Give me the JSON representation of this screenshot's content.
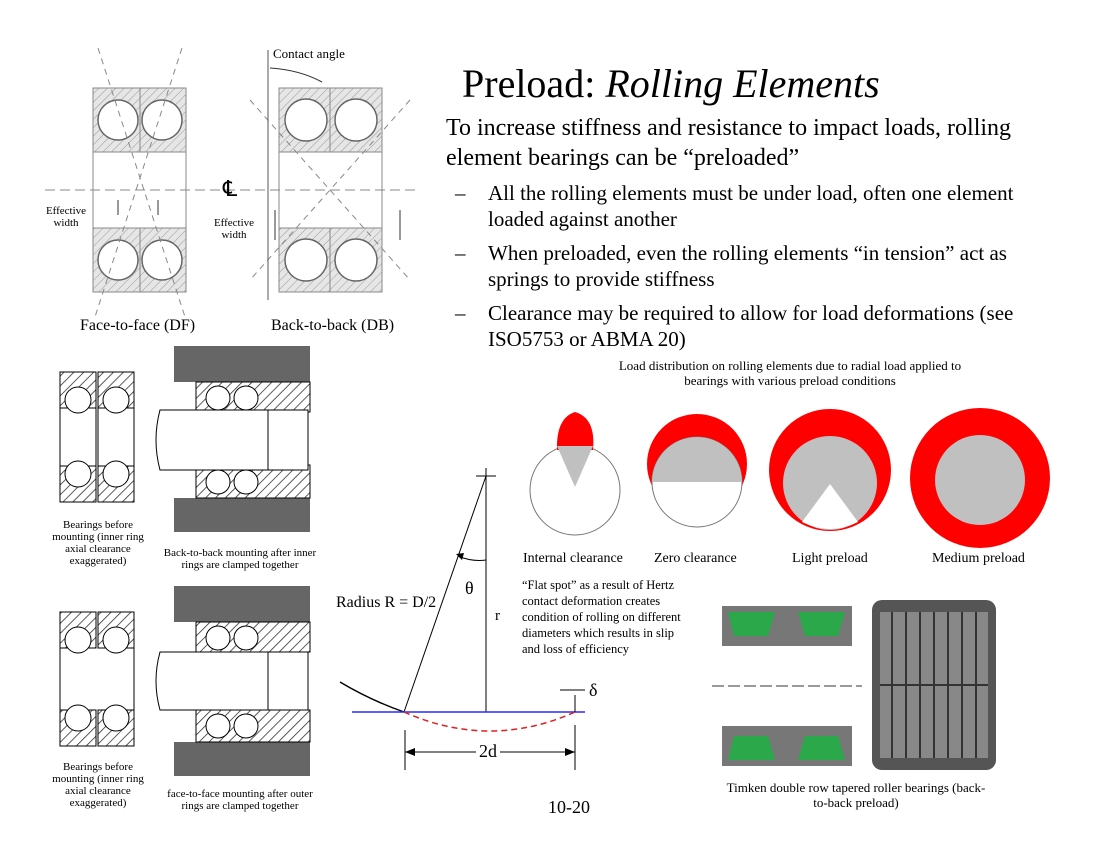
{
  "title": {
    "main": "Preload: ",
    "italic": "Rolling Elements"
  },
  "intro": "To increase stiffness and resistance to impact loads, rolling element bearings can be “preloaded”",
  "bullets": [
    {
      "dash": "–",
      "text": "All the rolling elements must be under load, often one element loaded against another"
    },
    {
      "dash": "–",
      "text": "When preloaded, even the rolling elements “in tension” act as springs to provide stiffness"
    },
    {
      "dash": "–",
      "text": "Clearance may be required to allow for load deformations (see ISO5753 or ABMA 20)"
    }
  ],
  "mounting_diagram": {
    "contact_angle": "Contact  angle",
    "centerline": "℄",
    "effective_width_left": "Effective width",
    "effective_width_right": "Effective width",
    "df_label": "Face-to-face (DF)",
    "db_label": "Back-to-back (DB)"
  },
  "clamping": {
    "before_1": "Bearings before mounting (inner ring axial clearance exaggerated)",
    "after_1": "Back-to-back mounting after inner rings are clamped together",
    "before_2": "Bearings before mounting (inner ring axial clearance exaggerated)",
    "after_2": "face-to-face mounting after outer rings are clamped together"
  },
  "load_distribution": {
    "caption": "Load distribution on rolling elements due to radial load applied to bearings with various preload conditions",
    "labels": [
      "Internal clearance",
      "Zero clearance",
      "Light preload",
      "Medium preload"
    ],
    "colors": {
      "load": "#ff0000",
      "element": "#c0c0c0"
    }
  },
  "hertz": {
    "radius": "Radius R = D/2",
    "theta": "θ",
    "r": "r",
    "delta": "δ",
    "two_d": "2d",
    "note": "“Flat spot” as a result of Hertz contact deformation creates condition of rolling on different diameters which results in slip and loss of efficiency"
  },
  "timken": {
    "caption": "Timken double row tapered roller bearings (back-to-back preload)"
  },
  "page_number": "10-20"
}
